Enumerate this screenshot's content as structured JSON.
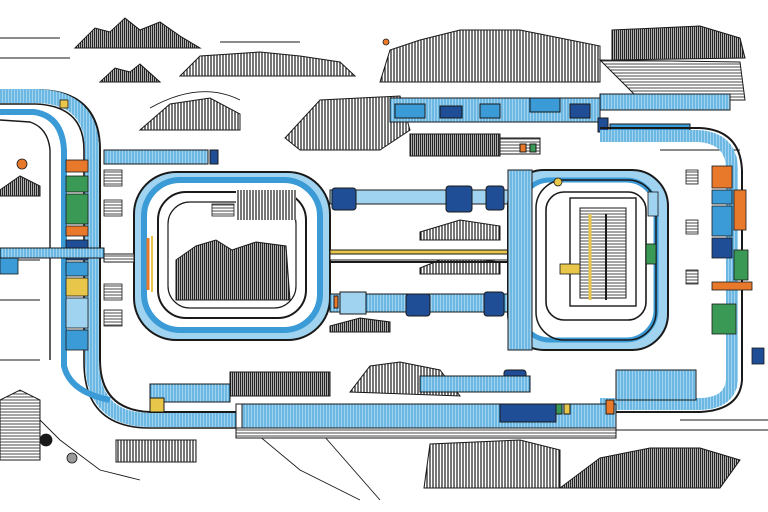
{
  "illustration": {
    "style": "hand-drawn line-art schematic with hatched shading",
    "palette": {
      "ink": "#1a1a1a",
      "light_blue": "#9fd3f0",
      "mid_blue": "#3b9bd6",
      "navy": "#1f4e96",
      "orange": "#e8792b",
      "green": "#3a9a55",
      "yellow": "#e7c64a",
      "paper": "#ffffff"
    },
    "icons": [
      "left-loop-track",
      "center-rounded-track",
      "right-rounded-track",
      "connector-pipes",
      "node-blocks",
      "hatched-hills",
      "bottom-corridor"
    ]
  }
}
